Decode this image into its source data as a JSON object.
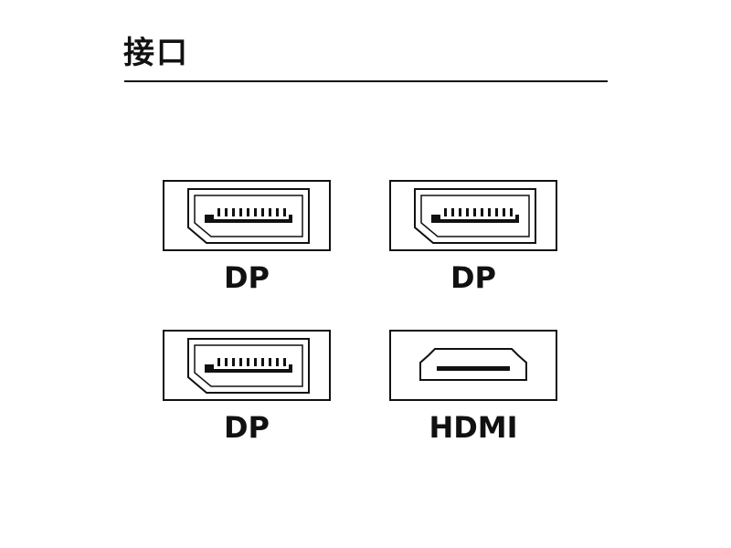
{
  "header": {
    "title": "接口"
  },
  "ports": [
    {
      "type": "dp-icon",
      "label": "DP"
    },
    {
      "type": "dp-icon",
      "label": "DP"
    },
    {
      "type": "dp-icon",
      "label": "DP"
    },
    {
      "type": "hdmi-icon",
      "label": "HDMI"
    }
  ]
}
